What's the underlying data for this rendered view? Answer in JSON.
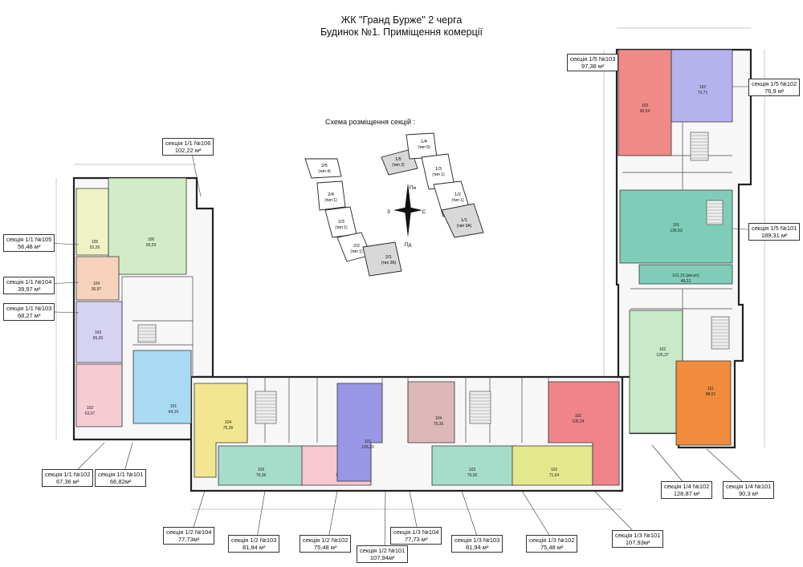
{
  "title": {
    "line1": "ЖК \"Гранд Бурже\" 2 черга",
    "line2": "Будинок №1. Приміщення комерції"
  },
  "scheme": {
    "title": "Схема розміщення секцій :",
    "compass": {
      "north": "Пн",
      "south": "Пд",
      "west": "З",
      "east": "С"
    },
    "sections": [
      {
        "name": "2/5",
        "type": "(тип 4)"
      },
      {
        "name": "2/4",
        "type": "(тип 1)"
      },
      {
        "name": "2/3",
        "type": "(тип 1)"
      },
      {
        "name": "2/2",
        "type": "(тип 1)"
      },
      {
        "name": "2/1",
        "type": "(тип 3Б)"
      },
      {
        "name": "1/5",
        "type": "(тип 2)"
      },
      {
        "name": "1/4",
        "type": "(тип 5)"
      },
      {
        "name": "1/3",
        "type": "(тип 1)"
      },
      {
        "name": "1/2",
        "type": "(тип 1)"
      },
      {
        "name": "1/1",
        "type": "(тип 3А)"
      }
    ]
  },
  "callouts": [
    {
      "id": "s11-106",
      "section": "секція 1/1 №106",
      "area": "102,22 м²"
    },
    {
      "id": "s11-105",
      "section": "секція 1/1 №105",
      "area": "56,48 м²"
    },
    {
      "id": "s11-104",
      "section": "секція 1/1 №104",
      "area": "39,97 м²"
    },
    {
      "id": "s11-103",
      "section": "секція 1/1 №103",
      "area": "68,27 м²"
    },
    {
      "id": "s11-102",
      "section": "секція 1/1 №102",
      "area": "67,36 м²"
    },
    {
      "id": "s11-101",
      "section": "секція 1/1 №101",
      "area": "66,82м²"
    },
    {
      "id": "s12-104",
      "section": "секція 1/2 №104",
      "area": "77,73м²"
    },
    {
      "id": "s12-103",
      "section": "секція 1/2 №103",
      "area": "81,94 м²"
    },
    {
      "id": "s12-102",
      "section": "секція 1/2 №102",
      "area": "75,48 м²"
    },
    {
      "id": "s12-101",
      "section": "секція 1/2 №101",
      "area": "107,94м²"
    },
    {
      "id": "s13-104",
      "section": "секція 1/3 №104",
      "area": "77,73 м²"
    },
    {
      "id": "s13-103",
      "section": "секція 1/3 №103",
      "area": "81,94 м²"
    },
    {
      "id": "s13-102",
      "section": "секція 1/3 №102",
      "area": "75,48 м²"
    },
    {
      "id": "s13-101",
      "section": "секція 1/3 №101",
      "area": "107,93м²"
    },
    {
      "id": "s14-102",
      "section": "секція 1/4 №102",
      "area": "128,87 м²"
    },
    {
      "id": "s14-101",
      "section": "секція 1/4 №101",
      "area": "90,3 м²"
    },
    {
      "id": "s15-103",
      "section": "секція 1/5 №103",
      "area": "97,38 м²"
    },
    {
      "id": "s15-102",
      "section": "секція 1/5 №102",
      "area": "76,9 м²"
    },
    {
      "id": "s15-101",
      "section": "секція 1/5 №101",
      "area": "189,31 м²"
    }
  ],
  "rooms": [
    {
      "id": "r11-106",
      "label": "106",
      "area": "99,29",
      "color": "#d2ecc8"
    },
    {
      "id": "r11-105",
      "label": "105",
      "area": "52,26",
      "color": "#eef2c4"
    },
    {
      "id": "r11-104",
      "label": "104",
      "area": "36,97",
      "color": "#f6d2bc"
    },
    {
      "id": "r11-103",
      "label": "103",
      "area": "65,30",
      "color": "#d6d2f2"
    },
    {
      "id": "r11-102",
      "label": "102",
      "area": "63,07",
      "color": "#f6ccd4"
    },
    {
      "id": "r11-101",
      "label": "101",
      "area": "64,10",
      "color": "#a8daf2"
    },
    {
      "id": "r12-104",
      "label": "104",
      "area": "75,36",
      "color": "#f2e690"
    },
    {
      "id": "r12-103",
      "label": "103",
      "area": "79,36",
      "color": "#a6dcca"
    },
    {
      "id": "r12-102",
      "label": "102",
      "area": "71,64",
      "color": "#f6c8d0"
    },
    {
      "id": "r12-101",
      "label": "101",
      "area": "105,20",
      "color": "#9a96e6"
    },
    {
      "id": "r13-104",
      "label": "104",
      "area": "75,36",
      "color": "#dcb8b8"
    },
    {
      "id": "r13-103",
      "label": "103",
      "area": "79,36",
      "color": "#a6dcca"
    },
    {
      "id": "r13-102",
      "label": "102",
      "area": "71,64",
      "color": "#e4e88c"
    },
    {
      "id": "r13-101",
      "label": "101",
      "area": "105,24",
      "color": "#f0848a"
    },
    {
      "id": "r14-102",
      "label": "102",
      "area": "126,37",
      "color": "#c8eac8"
    },
    {
      "id": "r14-101",
      "label": "101",
      "area": "88,01",
      "color": "#f28c3c"
    },
    {
      "id": "r15-103",
      "label": "103",
      "area": "96,54",
      "color": "#f08a88"
    },
    {
      "id": "r15-102",
      "label": "102",
      "area": "73,71",
      "color": "#b6b2ee"
    },
    {
      "id": "r15-101",
      "label": "101",
      "area": "136,63",
      "color": "#7fcdb9"
    },
    {
      "id": "r15-101b",
      "label": "101.15 (ресеп)",
      "area": "48,22",
      "color": "#7fcdb9"
    }
  ]
}
